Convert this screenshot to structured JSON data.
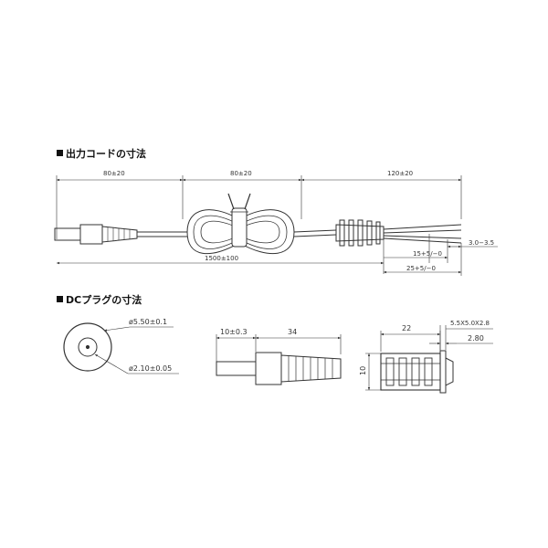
{
  "sections": {
    "cord_title": "出力コードの寸法",
    "plug_title": "DCプラグの寸法"
  },
  "cord": {
    "seg1": "80±20",
    "seg2": "80±20",
    "seg3": "120±20",
    "total": "1500±100",
    "strip": "15+5/−0",
    "tin": "3.0−3.5",
    "lead": "25+5/−0"
  },
  "plug_face": {
    "outer_dia": "ø5.50±0.1",
    "inner_dia": "ø2.10±0.05"
  },
  "plug_side": {
    "tip_len": "10±0.3",
    "body_len": "34"
  },
  "plug_end": {
    "length": "22",
    "size": "5.5X5.0X2.8",
    "thickness": "2.80",
    "height": "10"
  }
}
